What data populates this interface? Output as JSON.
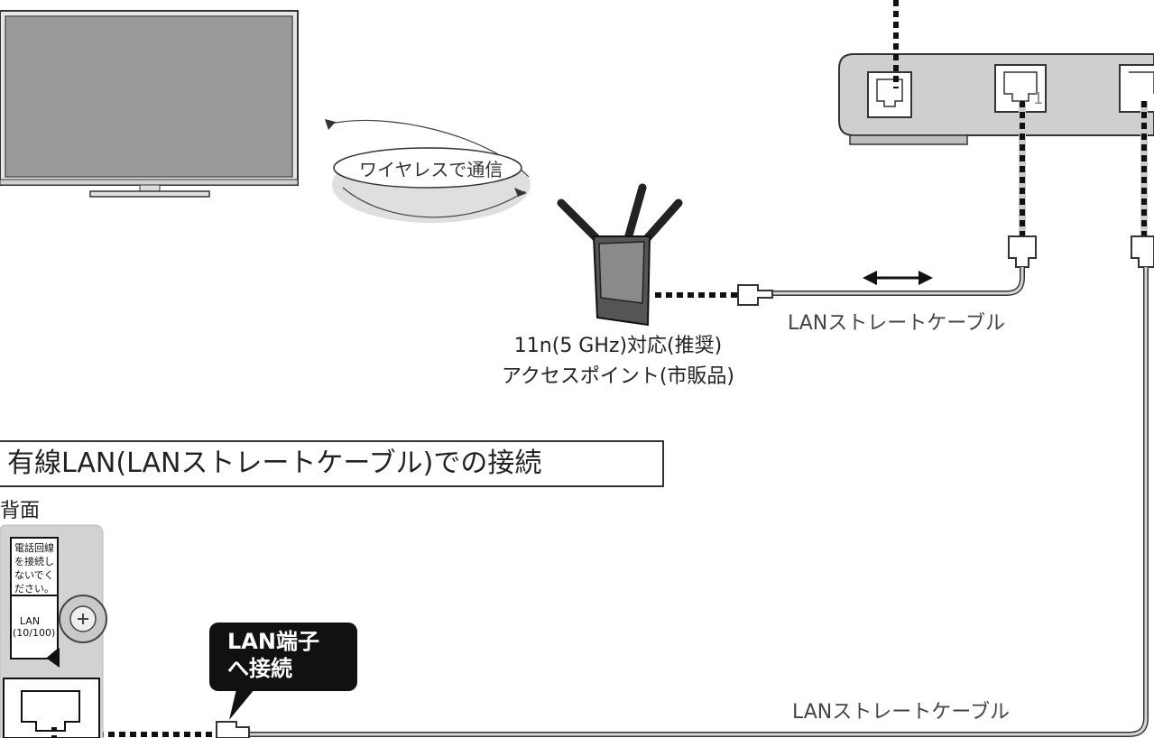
{
  "wireless_label": "ワイヤレスで通信",
  "access_point": {
    "line1": "11n(5 GHz)対応(推奨)",
    "line2": "アクセスポイント(市販品)"
  },
  "cable_label_top": "LANストレートケーブル",
  "cable_label_bottom": "LANストレートケーブル",
  "section_title": "有線LAN(LANストレートケーブル)での接続",
  "rear_label": "背面",
  "panel": {
    "warning": "電話回線を接続しないでください。",
    "port_label": "LAN (10/100)"
  },
  "callout": {
    "line1": "LAN端子",
    "line2": "へ接続"
  },
  "router_port_number": "1"
}
